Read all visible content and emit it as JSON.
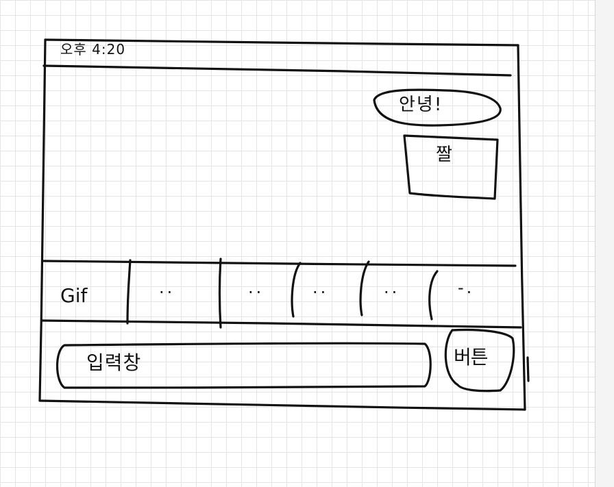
{
  "status_bar": {
    "time": "오후 4:20"
  },
  "messages": [
    {
      "type": "text",
      "text": "안녕!"
    },
    {
      "type": "photo",
      "text": "짤"
    }
  ],
  "toolbar": {
    "items": [
      {
        "label": "Gif"
      },
      {
        "label": ".."
      },
      {
        "label": ".."
      },
      {
        "label": ".."
      },
      {
        "label": ".."
      },
      {
        "label": "-."
      }
    ]
  },
  "composer": {
    "input_text": "입력창",
    "button_label": "버튼"
  }
}
